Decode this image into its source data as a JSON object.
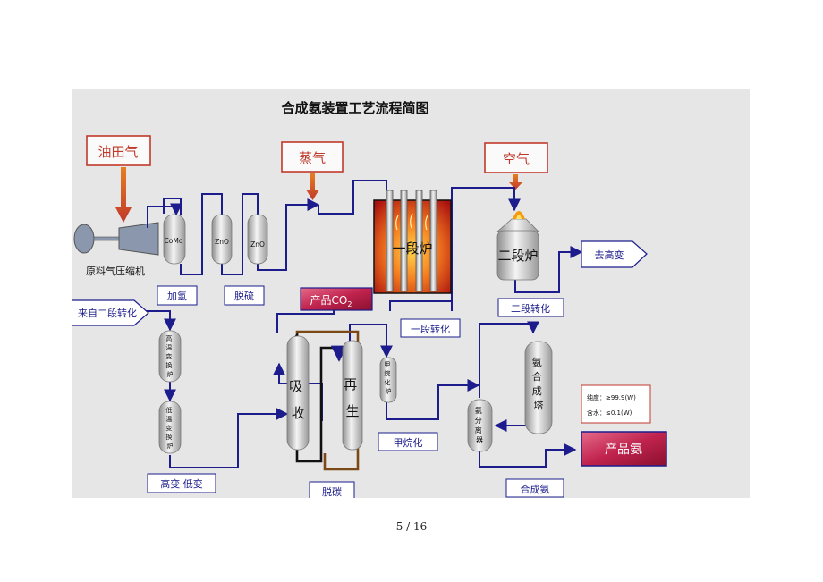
{
  "title": "合成氨装置工艺流程简图",
  "inputs": {
    "oilfield_gas": "油田气",
    "steam": "蒸气",
    "air": "空气"
  },
  "labels": {
    "compressor": "原料气压缩机",
    "hydrogenation": "加氢",
    "desulfurization": "脱硫",
    "primary_reforming": "一段转化",
    "secondary_reforming": "二段转化",
    "to_shift": "去高变",
    "from_secondary": "来自二段转化",
    "shift": "高变 低变",
    "decarbonization": "脱碳",
    "product_co2_prefix": "产品CO",
    "product_co2_sub": "2",
    "methanation": "甲烷化",
    "synthesis": "合成氨",
    "product_ammonia": "产品氨"
  },
  "vessels": {
    "como": "CoMo",
    "zno1": "ZnO",
    "zno2": "ZnO",
    "primary_furnace": "一段炉",
    "secondary_furnace": "二段炉",
    "ht_shift": [
      "高",
      "温",
      "变",
      "换",
      "炉"
    ],
    "lt_shift": [
      "低",
      "温",
      "变",
      "换",
      "炉"
    ],
    "absorber": [
      "吸",
      "收"
    ],
    "regenerator": [
      "再",
      "生"
    ],
    "methanator": [
      "甲",
      "烷",
      "化",
      "炉"
    ],
    "separator": [
      "氨",
      "分",
      "离",
      "器"
    ],
    "synthesis_tower": [
      "氨",
      "合",
      "成",
      "塔"
    ]
  },
  "spec": {
    "purity": "纯度：≥99.9(W)",
    "water": "含水：≤0.1(W)"
  },
  "page_number": "5 / 16",
  "colors": {
    "pipe": "#1c1c8c",
    "input_text": "#c0392b",
    "furnace_hot": "#e8521a",
    "product_box": "#c0234e"
  }
}
